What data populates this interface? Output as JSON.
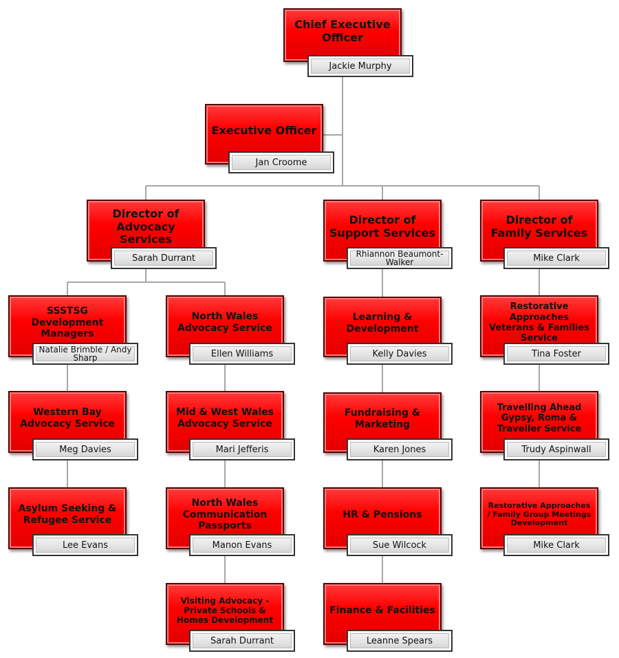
{
  "nodes": [
    {
      "id": "ceo",
      "title": "Chief Executive Officer",
      "name": "Jackie Murphy"
    },
    {
      "id": "exec",
      "title": "Executive Officer",
      "name": "Jan Croome"
    },
    {
      "id": "dir_adv",
      "title": "Director of Advocacy Services",
      "name": "Sarah Durrant"
    },
    {
      "id": "dir_sup",
      "title": "Director of Support Services",
      "name": "Rhiannon Beaumont-Walker"
    },
    {
      "id": "dir_fam",
      "title": "Director of Family Services",
      "name": "Mike Clark"
    },
    {
      "id": "ssstsg",
      "title": "SSSTSG Development Managers",
      "name": "Natalie Brimble / Andy Sharp"
    },
    {
      "id": "western",
      "title": "Western Bay Advocacy Service",
      "name": "Meg Davies"
    },
    {
      "id": "asylum",
      "title": "Asylum Seeking & Refugee Service",
      "name": "Lee Evans"
    },
    {
      "id": "nwadv",
      "title": "North Wales Advocacy Service",
      "name": "Ellen Williams"
    },
    {
      "id": "midwest",
      "title": "Mid & West Wales Advocacy Service",
      "name": "Mari Jefferis"
    },
    {
      "id": "nwcomm",
      "title": "North Wales Communication Passports",
      "name": "Manon Evans"
    },
    {
      "id": "visiting",
      "title": "Visiting Advocacy - Private Schools & Homes Development",
      "name": "Sarah Durrant"
    },
    {
      "id": "learning",
      "title": "Learning & Development",
      "name": "Kelly Davies"
    },
    {
      "id": "fundraising",
      "title": "Fundraising & Marketing",
      "name": "Karen Jones"
    },
    {
      "id": "hr",
      "title": "HR & Pensions",
      "name": "Sue Wilcock"
    },
    {
      "id": "finance",
      "title": "Finance & Facilities",
      "name": "Leanne Spears"
    },
    {
      "id": "veterans",
      "title": "Restorative Approaches Veterans & Families Service",
      "name": "Tina Foster"
    },
    {
      "id": "travelling",
      "title": "Travelling Ahead Gypsy, Roma & Traveller Service",
      "name": "Trudy Aspinwall"
    },
    {
      "id": "familygroup",
      "title": "Restorative Approaches / Family Group Meetings Development",
      "name": "Mike Clark"
    }
  ],
  "colors": {
    "role_fill": "#ff0000",
    "name_fill": "#e4e4e4",
    "connector": "#a6a6a6"
  }
}
